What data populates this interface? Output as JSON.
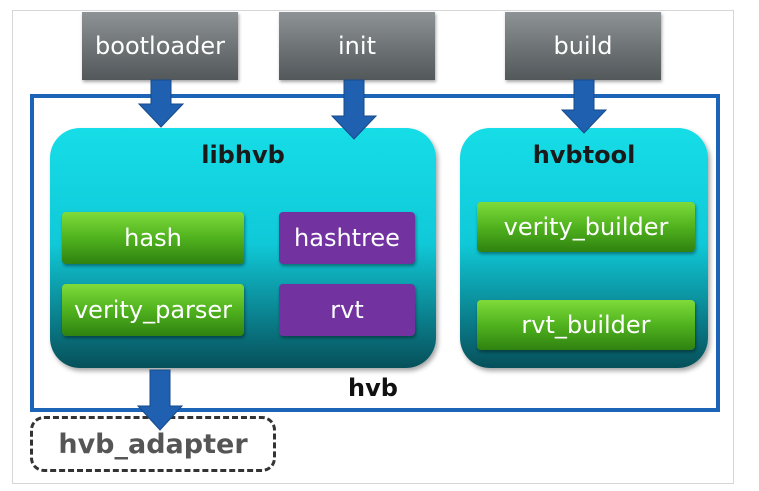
{
  "top_boxes": {
    "bootloader": "bootloader",
    "init": "init",
    "build": "build"
  },
  "libhvb": {
    "title": "libhvb",
    "hash": "hash",
    "hashtree": "hashtree",
    "verity_parser": "verity_parser",
    "rvt": "rvt"
  },
  "hvbtool": {
    "title": "hvbtool",
    "verity_builder": "verity_builder",
    "rvt_builder": "rvt_builder"
  },
  "hvb_label": "hvb",
  "adapter_label": "hvb_adapter",
  "colors": {
    "container_border": "#1b64b8",
    "arrow": "#1f60b0",
    "green_module": "#50b21e",
    "purple_module": "#7233a0",
    "panel": "#10c9d8",
    "top_box": "#6c7174"
  }
}
